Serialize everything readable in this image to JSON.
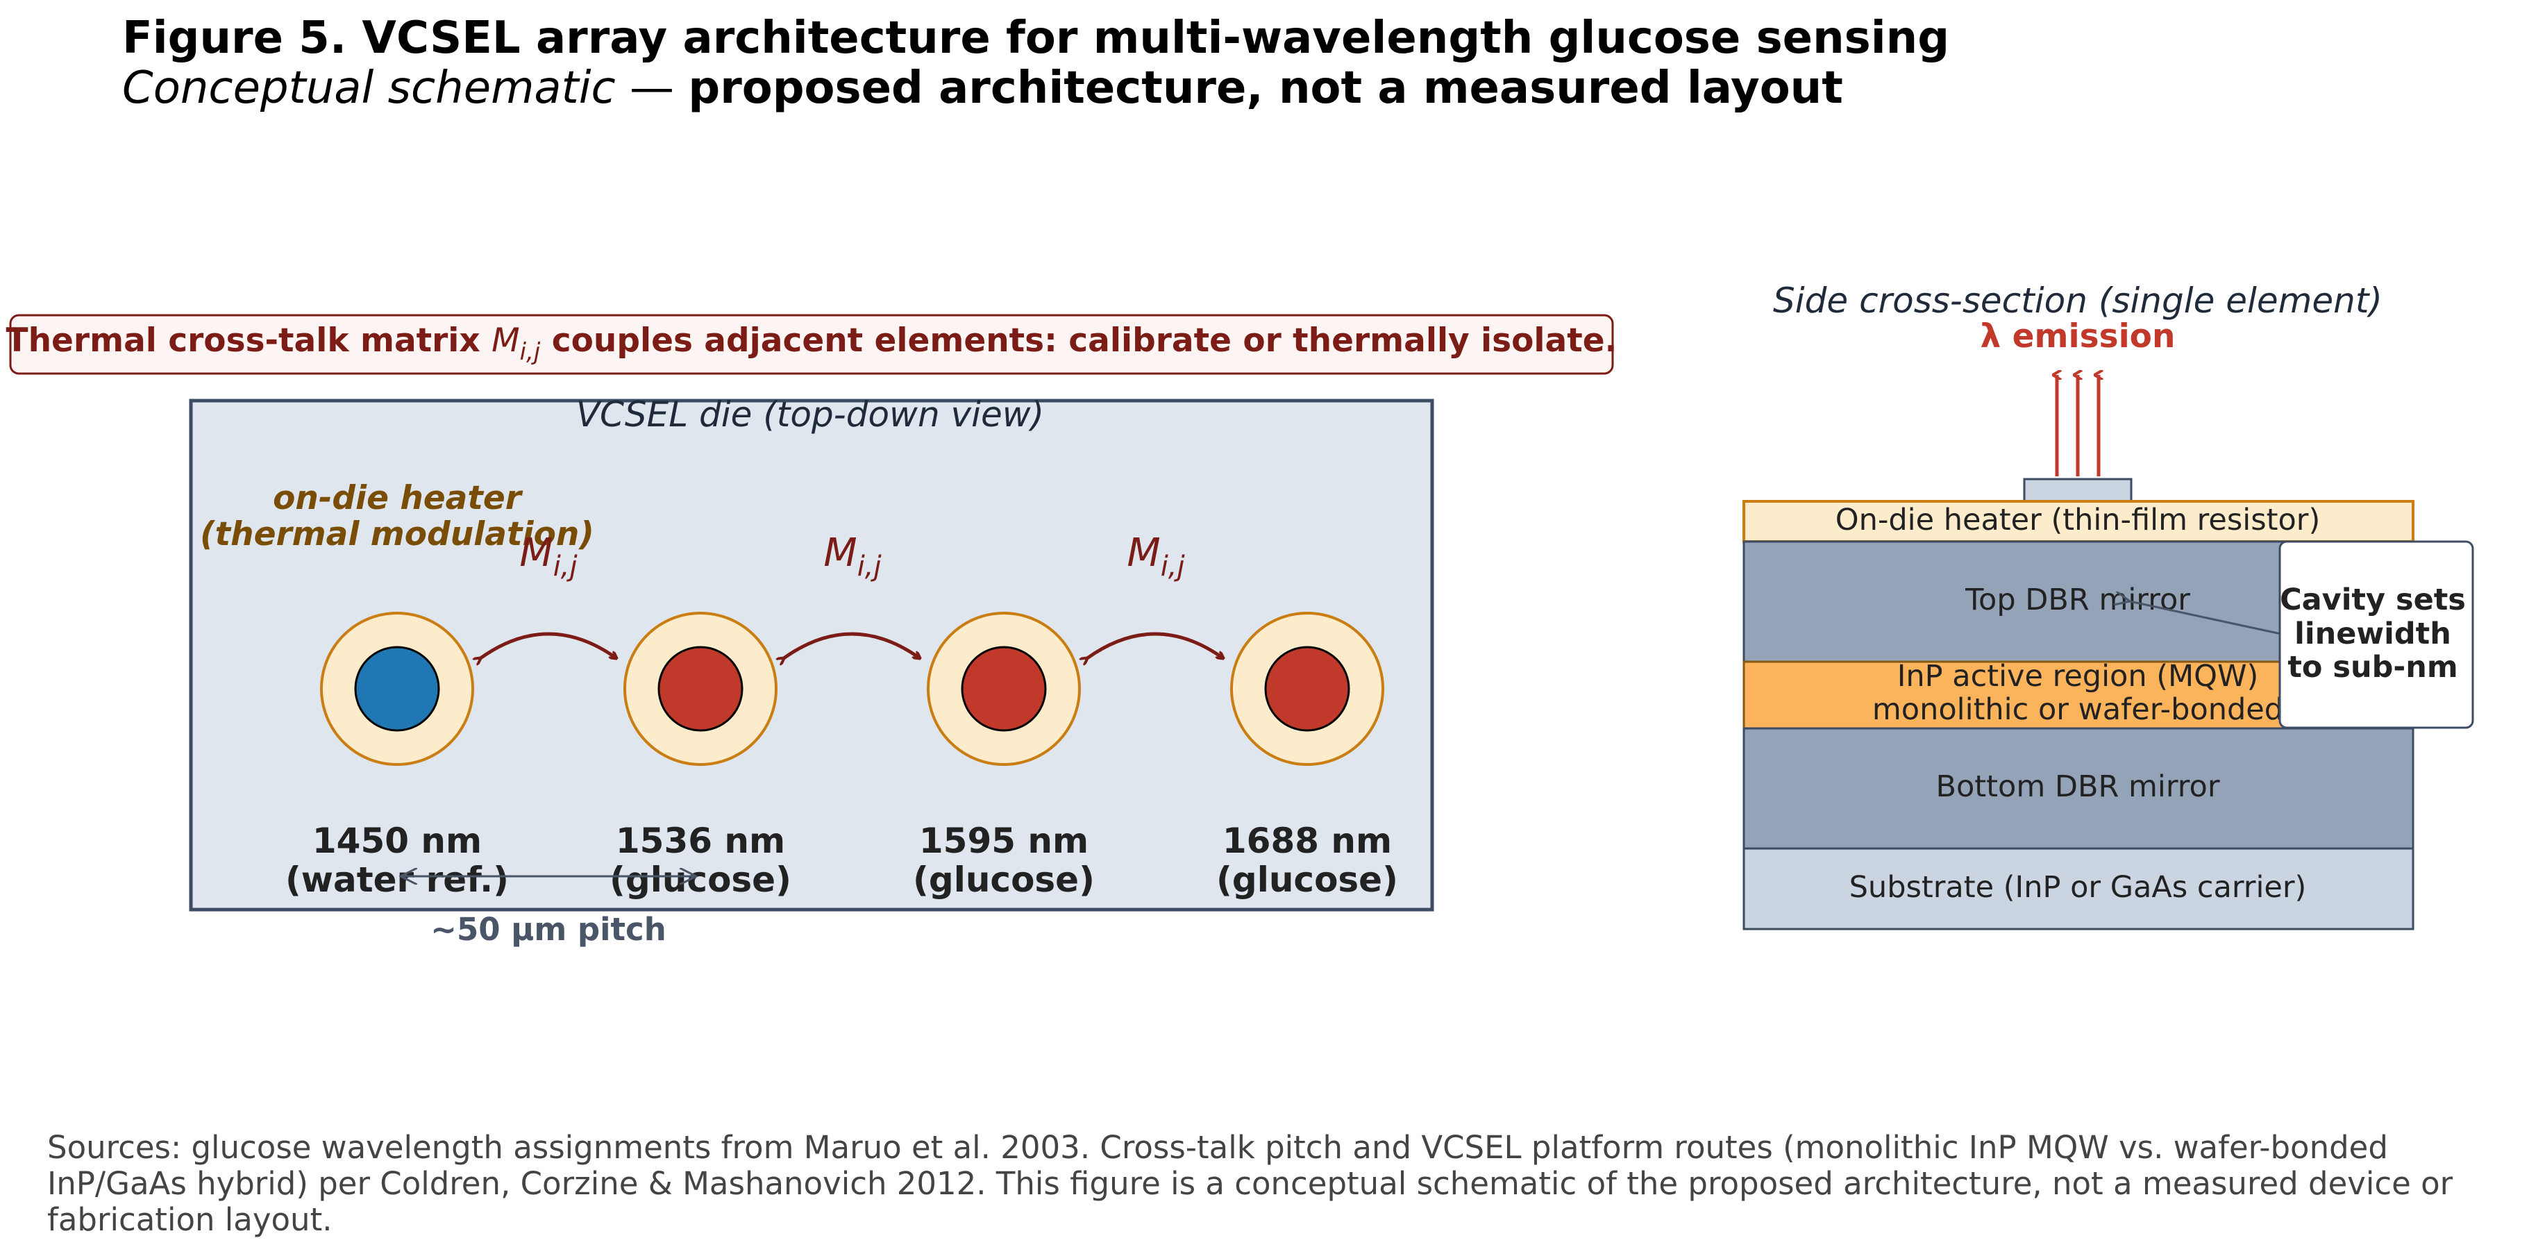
{
  "title": {
    "main": "Figure 5.  VCSEL array architecture for multi-wavelength glucose sensing",
    "sub_italic": "Conceptual schematic",
    "sub_dash": " — ",
    "sub_bold": "proposed architecture, not a measured layout"
  },
  "banner": {
    "prefix": "Thermal cross-talk matrix ",
    "var": "M",
    "var_sub": "i,j",
    "suffix": " couples adjacent elements: calibrate or thermally isolate."
  },
  "die": {
    "title": "VCSEL die  (top-down view)",
    "heater_label_line1": "on-die heater",
    "heater_label_line2": "(thermal modulation)",
    "coupling_symbol": "M",
    "coupling_sub": "i,j",
    "elements": [
      {
        "wavelength": "1450 nm",
        "role": "(water ref.)",
        "color": "#1f77b4"
      },
      {
        "wavelength": "1536 nm",
        "role": "(glucose)",
        "color": "#c0392b"
      },
      {
        "wavelength": "1595 nm",
        "role": "(glucose)",
        "color": "#c0392b"
      },
      {
        "wavelength": "1688 nm",
        "role": "(glucose)",
        "color": "#c0392b"
      }
    ],
    "pitch_label": "~50 µm pitch"
  },
  "cross_section": {
    "title": "Side cross-section (single element)",
    "emission_label": "λ emission",
    "layers": {
      "heater": "On-die heater (thin-film resistor)",
      "top_dbr": "Top DBR mirror",
      "active_line1": "InP active region (MQW)",
      "active_line2": "monolithic or wafer-bonded",
      "bottom_dbr": "Bottom DBR mirror",
      "substrate": "Substrate (InP or GaAs carrier)"
    },
    "callout_line1": "Cavity sets",
    "callout_line2": "linewidth",
    "callout_line3": "to sub-nm"
  },
  "sources": {
    "line1": "Sources:  glucose wavelength assignments from Maruo et al. 2003.  Cross-talk pitch and VCSEL platform routes (monolithic InP MQW vs. wafer-bonded",
    "line2": "InP/GaAs hybrid) per Coldren, Corzine & Mashanovich 2012.  This figure is a conceptual schematic of the proposed architecture, not a measured device or",
    "line3": "fabrication layout."
  },
  "colors": {
    "die_fill": "#dfe6ed",
    "die_stroke": "#3d4b63",
    "heater_ring_fill": "#fdeccc",
    "heater_ring_stroke": "#c97d12",
    "coupling": "#7b1d16",
    "dbr": "#94a3b8",
    "active": "#fbb35c",
    "substrate": "#cbd5e1",
    "emission": "#c0392b"
  }
}
